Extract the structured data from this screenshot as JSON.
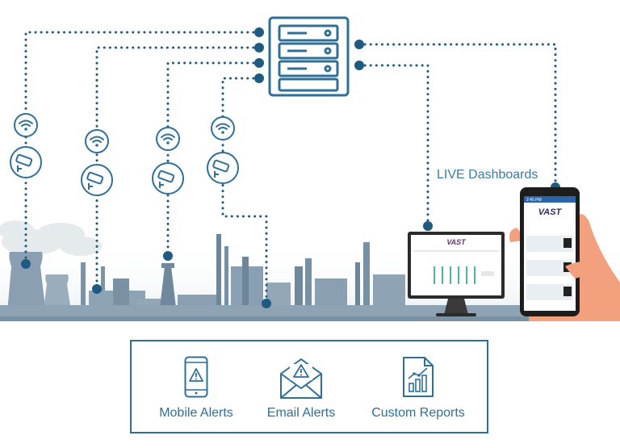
{
  "dashboards_label": "LIVE Dashboards",
  "monitor_logo": "VAST",
  "phone_logo": "VAST",
  "phone_time": "2:45 PM",
  "alerts": [
    {
      "label": "Mobile Alerts",
      "icon": "mobile-alert-icon"
    },
    {
      "label": "Email Alerts",
      "icon": "email-alert-icon"
    },
    {
      "label": "Custom Reports",
      "icon": "report-chart-icon"
    }
  ],
  "colors": {
    "primary": "#2f6f97",
    "dot": "#1f5a80",
    "skyline": "#7f97aa",
    "hand": "#f2a07e"
  }
}
